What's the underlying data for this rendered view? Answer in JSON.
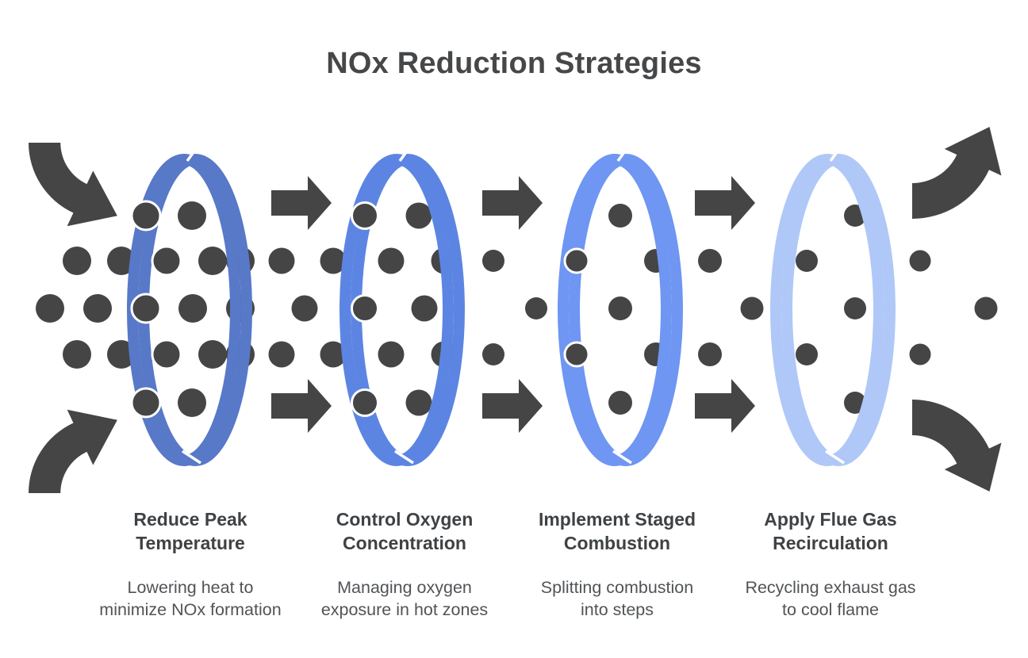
{
  "title": "NOx Reduction Strategies",
  "diagram": {
    "dot_color": "#454545",
    "arrow_color": "#454545",
    "dot_meaning": "NOx particles decreasing through each treatment ring"
  },
  "stages": [
    {
      "title": "Reduce Peak Temperature",
      "description": "Lowering heat to minimize NOx formation",
      "ring_color": "#5878C8"
    },
    {
      "title": "Control Oxygen Concentration",
      "description": "Managing oxygen exposure in hot zones",
      "ring_color": "#5C85E3"
    },
    {
      "title": "Implement Staged Combustion",
      "description": "Splitting combustion into steps",
      "ring_color": "#6E96F2"
    },
    {
      "title": "Apply Flue Gas Recirculation",
      "description": "Recycling exhaust gas to cool flame",
      "ring_color": "#AFC8F8"
    }
  ]
}
